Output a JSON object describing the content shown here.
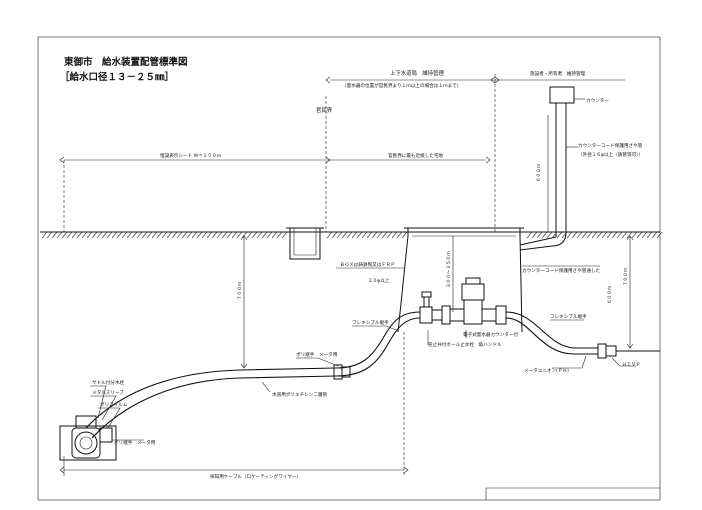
{
  "title": {
    "line1": "東御市　給水装置配管標準図",
    "line2": "［給水口径１３－２５㎜］"
  },
  "labels": {
    "upper_jurisdiction": "上下水道局　維持管理",
    "upper_note": "（量水器の位置が官民界より１ｍ以上の場合は１ｍまで）",
    "owner_jurisdiction": "施設者・所有者　維持管理",
    "boundary": "官民界",
    "counter": "カウンター",
    "counter_cord_protect": "カウンターコード保護用さや管",
    "counter_cord_protect_sub": "（外径１６φ以上（鉄管等可））",
    "burial_sheet": "埋設表示シート Ｗ＝１５０ｍ",
    "pipe_to_boundary": "官民界に最も近接した宅地",
    "counter_cord_protect2": "カウンターコード保護用さや管通した",
    "box": "ＢＯＸは鋳鉄製又はＦＲＰ",
    "box_sub": "２０φ以上",
    "flexible_joint_left": "フレキシブル継手",
    "flexible_joint_right": "フレキシブル継手",
    "electronic_meter": "電子式量水器カウンター付",
    "stop_valve": "逆止弁付ボール止水栓　角ハンドル",
    "poly_joint_meter": "ポリ継手　メータ用",
    "meter_union": "メータユニオン(ＰＮ）",
    "hivp": "ＨＩＶＰ",
    "saddle_valve": "サドル付分水栓",
    "metal_sleeve": "メタルスリーブ",
    "poly_film": "ポリフィルム",
    "poly_joint_main": "ポリ継手　メータ用",
    "pipe_note": "水道用ポリエチレン二層管",
    "detect_cable": "探知用ケーブル（ロケーティングワイヤー）",
    "dim_700_left": "７００ｍ",
    "dim_300_350": "３００～３５０ｍ",
    "dim_600": "６００ｍ",
    "dim_700_right": "７００ｍ",
    "dim_600_right": "６００ｍ"
  }
}
